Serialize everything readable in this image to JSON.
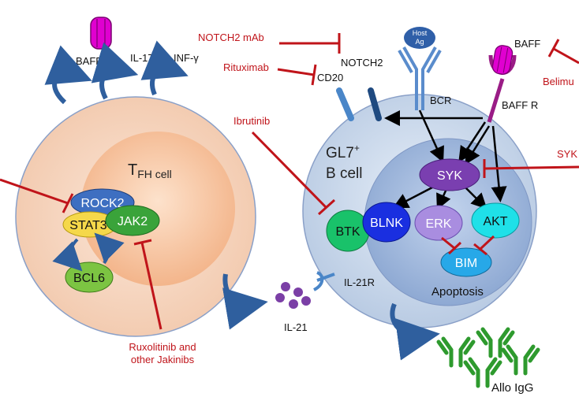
{
  "colors": {
    "inhibitor": "#c0141a",
    "arrow": "#2f5f9e",
    "tfh_outer": "#f7d9c4",
    "b_outer": "#cfdcee",
    "antibody": "#2e9a2e",
    "baff": "#e000d0",
    "baff_r": "#9a1c86"
  },
  "tfh": {
    "cytokines": [
      "BAFF",
      "IL-17",
      "INF-γ"
    ],
    "cell_label_main": "T",
    "cell_label_sub": "FH cell",
    "nodes": {
      "rock2": "ROCK2",
      "stat3": "STAT3",
      "jak2": "JAK2",
      "bcl6": "BCL6"
    }
  },
  "b_cell": {
    "label_line1": "GL7",
    "label_sup": "+",
    "label_line2": "B cell",
    "receptors": {
      "cd20": "CD20",
      "notch2": "NOTCH2",
      "bcr": "BCR",
      "host_ag_line1": "Host",
      "host_ag_line2": "Ag",
      "baff_r": "BAFF R",
      "il21r": "IL-21R"
    },
    "nodes": {
      "syk": "SYK",
      "blnk": "BLNK",
      "btk": "BTK",
      "erk": "ERK",
      "akt": "AKT",
      "bim": "BIM"
    },
    "apoptosis": "Apoptosis"
  },
  "secreted": {
    "il21": "IL-21",
    "allo_igg": "Allo IgG",
    "baff_right": "BAFF"
  },
  "drugs": {
    "notch2_mab": "NOTCH2 mAb",
    "rituximab": "Rituximab",
    "ibrutinib": "Ibrutinib",
    "syk_inhibitor": "SYK",
    "belimumab": "Belimu",
    "ruxolitinib_line1": "Ruxolitinib and",
    "ruxolitinib_line2": "other Jakinibs"
  }
}
